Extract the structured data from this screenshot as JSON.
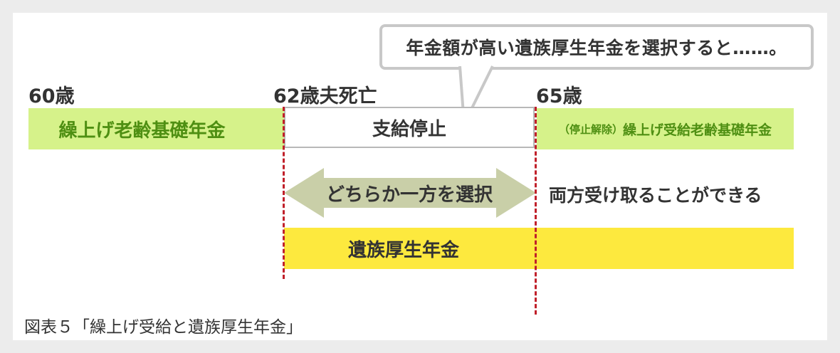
{
  "callout": {
    "text": "年金額が高い遺族厚生年金を選択すると……。"
  },
  "ages": {
    "age60": "60歳",
    "age62": "62歳夫死亡",
    "age65": "65歳"
  },
  "bands": {
    "early_basic": "繰上げ老齢基礎年金",
    "suspended": "支給停止",
    "resumed_prefix": "（停止解除）",
    "resumed": "繰上げ受給老齢基礎年金",
    "choose_one": "どちらか一方を選択",
    "both": "両方受け取ることができる",
    "survivor": "遺族厚生年金"
  },
  "caption": "図表５「繰上げ受給と遺族厚生年金」",
  "colors": {
    "green_band": "#d6f28a",
    "green_text": "#4e8f12",
    "yellow_band": "#fde93e",
    "arrow": "#c9cfa8",
    "dashed_line": "#c0202a"
  }
}
